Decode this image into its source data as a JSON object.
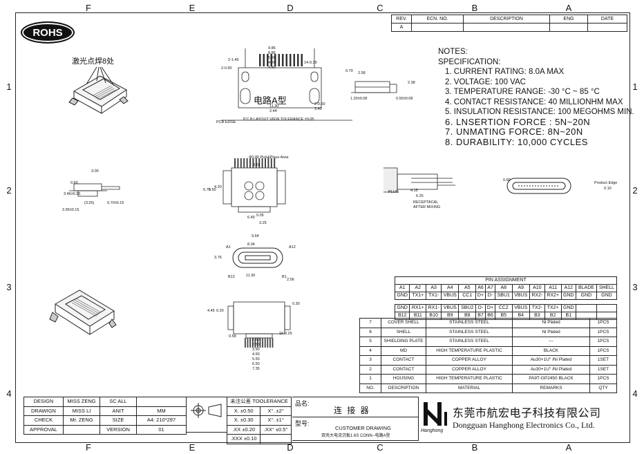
{
  "logo": {
    "text": "ROHS"
  },
  "zones": {
    "cols": [
      "F",
      "E",
      "D",
      "C",
      "B",
      "A"
    ],
    "rows": [
      "1",
      "2",
      "3",
      "4"
    ]
  },
  "revision": {
    "headers": [
      "REV.",
      "ECN. NO.",
      "DESCRIPTION",
      "ENG",
      "DATE"
    ],
    "row": [
      "A",
      "",
      "",
      "",
      ""
    ]
  },
  "notes": {
    "title": "NOTES:",
    "subtitle": "SPECIFICATION:",
    "items": [
      "1. CURRENT RATING: 8.0A MAX",
      "2. VOLTAGE: 100 VAC",
      "3. TEMPERATURE RANGE: -30 °C ~ 85 °C",
      "4. CONTACT RESISTANCE: 40 MILLIONHM MAX",
      "5. INSULATION RESISTANCE: 100 MEGOHMS MIN.",
      "6. LNSERTION FORCE : 5N~20N",
      "7. UNMATING FORCE: 8N~20N",
      "8. DURABILITY: 10,000 CYCLES"
    ]
  },
  "labels": {
    "laser": "激光点焊8处",
    "circuit": "电路A型",
    "pcb_edge": "PCB EDGE",
    "pcb_view": "P.C.B LAYOUT VIEW TOLERANCE ±0.05",
    "plug": "PLUG",
    "receptacal": "RECEPTACAL",
    "after_mixing": "AFTER MIXING",
    "product_edge": "Product Edge",
    "pick_place": "Φ0.80 Pick&Place Area",
    "a1": "A1",
    "a12": "A12",
    "b12": "B12",
    "b1": "B1"
  },
  "dims": {
    "top": [
      "9.86",
      "8.86",
      "5.90",
      "4.80",
      "4.50",
      "3.50",
      "2.50",
      "1.50",
      "0.50"
    ],
    "top_mid": [
      "14-0.35",
      "2-1.45",
      "2-0.60",
      "2-0.60",
      "2-0.90",
      "9.36",
      "11.30",
      "2.44",
      "2-0.60",
      "3.40",
      "1.20",
      "3.70",
      "16-0.75",
      "3.25"
    ],
    "side": [
      "2.58",
      "2.38",
      "0.70",
      "1.20±0.08",
      "0.50±0.08"
    ],
    "left2": [
      "3.00",
      "0.60",
      "3.46±0.15",
      "(3.25)",
      "0.70±0.15",
      "3.95±0.15"
    ],
    "mid2": [
      "8.64",
      "6.70",
      "5.50",
      "4.20",
      "6.49",
      "0.05",
      "3.25"
    ],
    "plugdim": [
      "4.15",
      "6.25",
      "0.60",
      "0.10"
    ],
    "mid3": [
      "9.64",
      "8.34",
      "3.76",
      "11.30",
      "2.56",
      "0.30"
    ],
    "bottom": [
      "4.45",
      "0.20",
      "0.30",
      "0.58",
      "16-0.25",
      "1.50",
      "2.50",
      "3.50",
      "4.50",
      "5.50",
      "6.50",
      "7.35",
      "0.30"
    ]
  },
  "pin": {
    "title": "PIN ASSIGNMENT",
    "row_a": [
      "A1",
      "A2",
      "A3",
      "A4",
      "A5",
      "A6",
      "A7",
      "A8",
      "A9",
      "A10",
      "A11",
      "A12",
      "BLADE",
      "SHELL"
    ],
    "row_a_sig": [
      "GND",
      "TX1+",
      "TX1-",
      "VBUS",
      "CC1",
      "D+",
      "D-",
      "SBU1",
      "VBUS",
      "RX2-",
      "RX2+",
      "GND",
      "GND",
      "GND"
    ],
    "row_b_sig": [
      "GND",
      "RX1+",
      "RX1-",
      "VBUS",
      "SBU2",
      "D-",
      "D+",
      "CC2",
      "VBUS",
      "TX2-",
      "TX2+",
      "GND"
    ],
    "row_b": [
      "B12",
      "B11",
      "B10",
      "B9",
      "B8",
      "B7",
      "B6",
      "B5",
      "B4",
      "B3",
      "B2",
      "B1"
    ]
  },
  "bom": {
    "headers": [
      "NO.",
      "DESCRIPTION",
      "MATERIAL",
      "REMARKS",
      "QTY"
    ],
    "rows": [
      [
        "7",
        "COVER SHELL",
        "STAINLESS STEEL",
        "Ni Plated",
        "1PCS"
      ],
      [
        "6",
        "SHELL",
        "STAINLESS STEEL",
        "Ni Plated",
        "1PCS"
      ],
      [
        "5",
        "SHIELDING PLATE",
        "STAINLESS STEEL",
        "---",
        "1PCS"
      ],
      [
        "4",
        "MD",
        "HIGH TEMPERATURE PLASTIC",
        "BLACK",
        "1PCS"
      ],
      [
        "3",
        "CONTACT",
        "COPPER ALLOY",
        "Au30+1U\" /Ni Plated",
        "1SET"
      ],
      [
        "2",
        "CONTACT",
        "COPPER ALLOY",
        "Au30+1U\" /Ni Plated",
        "1SET"
      ],
      [
        "1",
        "HOUSING",
        "HIGH TEMPERATURE PLASTIC",
        "PA9T-GP2450 BLACK",
        "1PCS"
      ]
    ]
  },
  "title_block": {
    "design_l": "DESIGN",
    "design_v": "MISS ZENG",
    "scale_l": "SC ALL",
    "draw_l": "DRAWIGN",
    "draw_v": "MISS LI",
    "unit_l": "ANIT",
    "unit_v": "MM",
    "check_l": "CHECK",
    "check_v": "Mr. ZENG",
    "size_l": "SIZE",
    "size_v": "A4: 210*297",
    "approval_l": "APPROVAL",
    "version_l": "VERSION",
    "version_v": "01",
    "tol_head": "未注公差 TOOLERANCE",
    "tol": [
      [
        "X. ±0.50",
        "X°. ±2°"
      ],
      [
        "X. ±0.30",
        "X°. ±1°"
      ],
      [
        ".XX ±0.20",
        ".XX° ±0.5°"
      ],
      [
        ".XXX ±0.10",
        ""
      ]
    ],
    "name_label": "品名:",
    "name": "连 接 器",
    "no_label": "型号:",
    "customer": "CUSTOMER DRAWING",
    "model": "双壳大电流沉板1.6S CONN--电路A型",
    "company_cn": "东莞市航宏电子科技有限公司",
    "company_en": "Dongguan Hanghong Electronics Co., Ltd.",
    "brand": "Hanghong"
  },
  "colors": {
    "line": "#222222",
    "ink": "#111111"
  }
}
